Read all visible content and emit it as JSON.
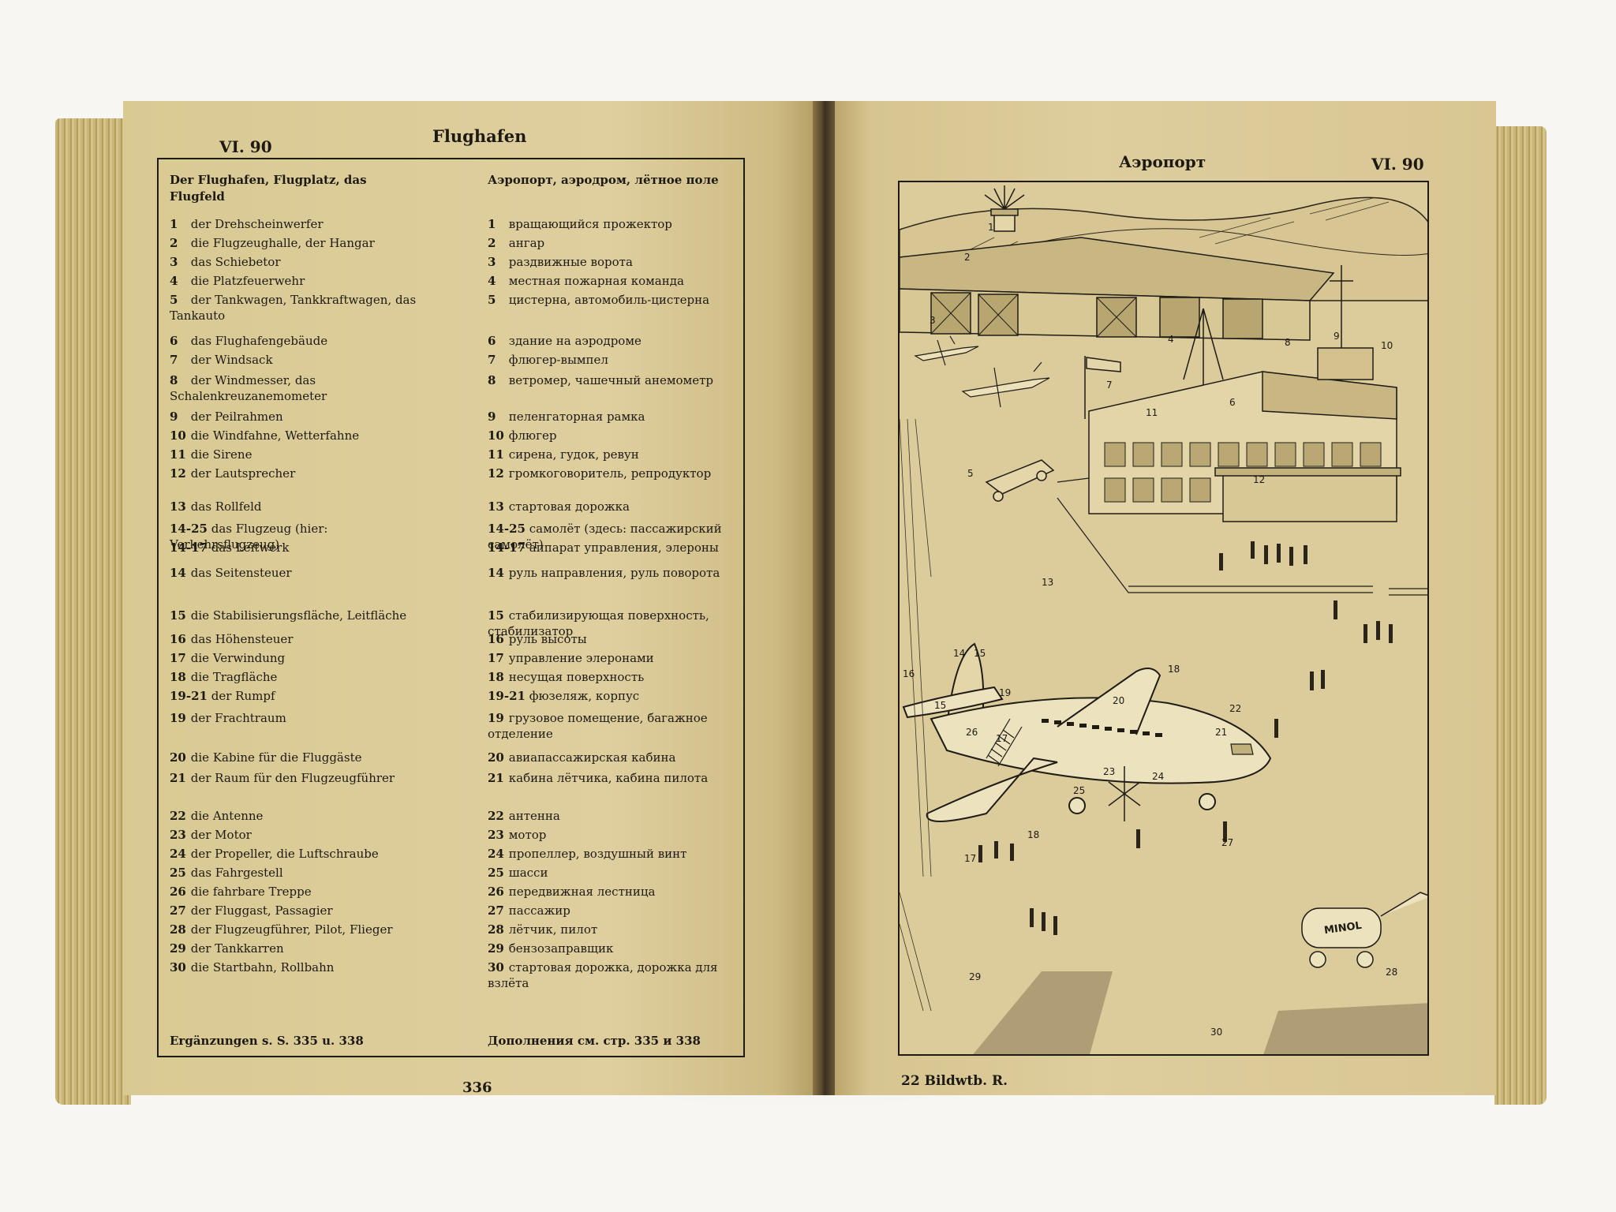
{
  "left_page": {
    "section": "VI. 90",
    "title": "Flughafen",
    "german_heading": "Der Flughafen, Flugplatz, das Flugfeld",
    "russian_heading": "Аэропорт, аэродром, лётное поле",
    "entries": [
      {
        "n": "1",
        "de": "der Drehscheinwerfer",
        "ru": "вращающийся прожектор"
      },
      {
        "n": "2",
        "de": "die Flugzeughalle, der Hangar",
        "ru": "ангар"
      },
      {
        "n": "3",
        "de": "das Schiebetor",
        "ru": "раздвижные ворота"
      },
      {
        "n": "4",
        "de": "die Platzfeuerwehr",
        "ru": "местная пожарная команда"
      },
      {
        "n": "5",
        "de": "der Tankwagen, Tankkraftwagen, das Tankauto",
        "ru": "цистерна, автомобиль-цистерна"
      },
      {
        "n": "6",
        "de": "das Flughafengebäude",
        "ru": "здание на аэродроме"
      },
      {
        "n": "7",
        "de": "der Windsack",
        "ru": "флюгер-вымпел"
      },
      {
        "n": "8",
        "de": "der Windmesser, das Schalenkreuzanemometer",
        "ru": "ветромер, чашечный анемометр"
      },
      {
        "n": "9",
        "de": "der Peilrahmen",
        "ru": "пеленгаторная рамка"
      },
      {
        "n": "10",
        "de": "die Windfahne, Wetterfahne",
        "ru": "флюгер"
      },
      {
        "n": "11",
        "de": "die Sirene",
        "ru": "сирена, гудок, ревун"
      },
      {
        "n": "12",
        "de": "der Lautsprecher",
        "ru": "громкоговоритель, репродуктор"
      },
      {
        "n": "13",
        "de": "das Rollfeld",
        "ru": "стартовая дорожка"
      },
      {
        "n": "14-25",
        "de": "das Flugzeug (hier: Verkehrsflugzeug)",
        "ru": "самолёт (здесь: пассажирский самолёт)"
      },
      {
        "n": "14-17",
        "de": "das Leitwerk",
        "ru": "аппарат управления, элероны"
      },
      {
        "n": "14",
        "de": "das Seitensteuer",
        "ru": "руль направления, руль поворота"
      },
      {
        "n": "15",
        "de": "die Stabilisierungsfläche, Leitfläche",
        "ru": "стабилизирующая поверхность, стабилизатор"
      },
      {
        "n": "16",
        "de": "das Höhensteuer",
        "ru": "руль высоты"
      },
      {
        "n": "17",
        "de": "die Verwindung",
        "ru": "управление элеронами"
      },
      {
        "n": "18",
        "de": "die Tragfläche",
        "ru": "несущая поверхность"
      },
      {
        "n": "19-21",
        "de": "der Rumpf",
        "ru": "фюзеляж, корпус"
      },
      {
        "n": "19",
        "de": "der Frachtraum",
        "ru": "грузовое помещение, багажное отделение"
      },
      {
        "n": "20",
        "de": "die Kabine für die Fluggäste",
        "ru": "авиапассажирская кабина"
      },
      {
        "n": "21",
        "de": "der Raum für den Flugzeugführer",
        "ru": "кабина лётчика, кабина пилота"
      },
      {
        "n": "22",
        "de": "die Antenne",
        "ru": "антенна"
      },
      {
        "n": "23",
        "de": "der Motor",
        "ru": "мотор"
      },
      {
        "n": "24",
        "de": "der Propeller, die Luftschraube",
        "ru": "пропеллер, воздушный винт"
      },
      {
        "n": "25",
        "de": "das Fahrgestell",
        "ru": "шасси"
      },
      {
        "n": "26",
        "de": "die fahrbare Treppe",
        "ru": "передвижная лестница"
      },
      {
        "n": "27",
        "de": "der Fluggast, Passagier",
        "ru": "пассажир"
      },
      {
        "n": "28",
        "de": "der Flugzeugführer, Pilot, Flieger",
        "ru": "лётчик, пилот"
      },
      {
        "n": "29",
        "de": "der Tankkarren",
        "ru": "бензозаправщик"
      },
      {
        "n": "30",
        "de": "die Startbahn, Rollbahn",
        "ru": "стартовая дорожка, дорожка для взлёта"
      }
    ],
    "footer_de": "Ergänzungen s. S. 335 u. 338",
    "footer_ru": "Дополнения см. стр. 335 и 338",
    "page_number": "336"
  },
  "right_page": {
    "title": "Аэропорт",
    "section": "VI. 90",
    "footer": "22 Bildwtb. R.",
    "illustration_labels": [
      "1",
      "2",
      "3",
      "4",
      "5",
      "6",
      "7",
      "8",
      "9",
      "10",
      "11",
      "12",
      "13",
      "14",
      "15",
      "16",
      "15",
      "17",
      "18",
      "19",
      "20",
      "21",
      "22",
      "23",
      "24",
      "25",
      "26",
      "17",
      "18",
      "27",
      "28",
      "29",
      "30",
      "30"
    ],
    "tank_text": "MINOL"
  }
}
